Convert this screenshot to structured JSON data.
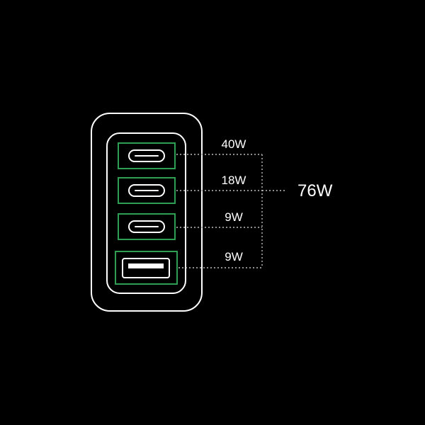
{
  "ports": [
    {
      "type": "usb-c",
      "wattage": "40W"
    },
    {
      "type": "usb-c",
      "wattage": "18W"
    },
    {
      "type": "usb-c",
      "wattage": "9W"
    },
    {
      "type": "usb-a",
      "wattage": "9W"
    }
  ],
  "total": "76W",
  "colors": {
    "background": "#000000",
    "outline": "#ffffff",
    "port_highlight": "#2e9e52",
    "leader_line": "#bdbdbd"
  }
}
